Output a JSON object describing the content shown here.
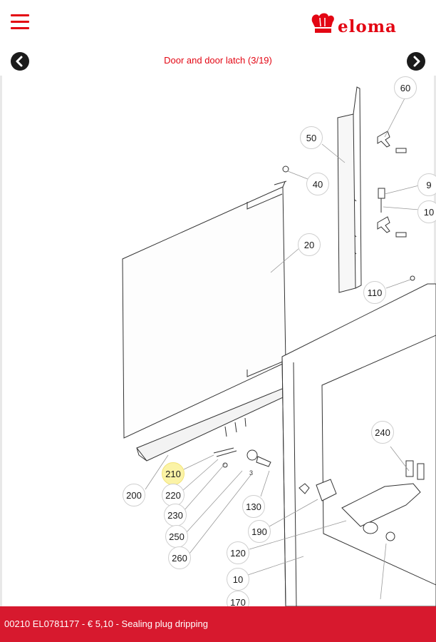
{
  "header": {
    "menu_icon": "hamburger-icon",
    "brand": "eloma",
    "brand_color": "#e30613"
  },
  "nav": {
    "title": "Door and door latch (3/19)",
    "prev_icon": "chevron-left-icon",
    "next_icon": "chevron-right-icon"
  },
  "diagram": {
    "callouts": [
      "60",
      "50",
      "40",
      "9",
      "10",
      "20",
      "110",
      "240",
      "210",
      "200",
      "220",
      "230",
      "250",
      "260",
      "130",
      "190",
      "120",
      "10",
      "170"
    ],
    "highlighted": "210",
    "small_labels": [
      "3"
    ]
  },
  "footer": {
    "selected_part": "00210 EL0781177 - € 5,10 - Sealing plug dripping",
    "background_color": "#d7192e"
  }
}
